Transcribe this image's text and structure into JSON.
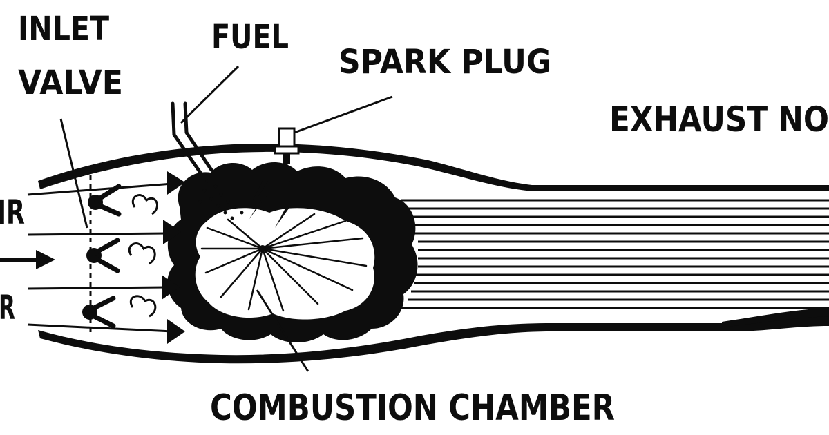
{
  "labels": {
    "inlet_line1": "INLET",
    "inlet_line2": "VALVE",
    "fuel": "FUEL",
    "spark_plug": "SPARK PLUG",
    "exhaust": "EXHAUST NO",
    "air_top": "IR",
    "air_bottom": "R",
    "combustion": "COMBUSTION CHAMBER"
  },
  "colors": {
    "ink": "#0d0d0d",
    "paper": "#ffffff"
  }
}
